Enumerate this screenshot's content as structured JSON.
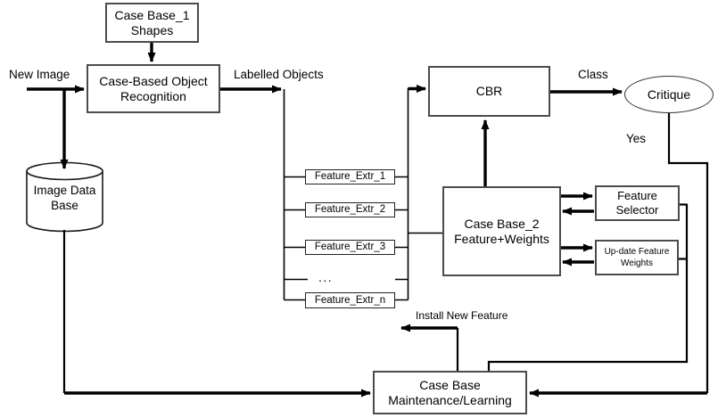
{
  "diagram": {
    "background": "#ffffff",
    "line_color": "#000000",
    "box_border_color": "#4c4c4c"
  },
  "nodes": {
    "case_base_1": {
      "line1": "Case Base_1",
      "line2": "Shapes"
    },
    "recognition": {
      "line1": "Case-Based Object",
      "line2": "Recognition"
    },
    "cbr": {
      "label": "CBR"
    },
    "critique": {
      "label": "Critique"
    },
    "image_db": {
      "line1": "Image Data",
      "line2": "Base"
    },
    "case_base_2": {
      "line1": "Case Base_2",
      "line2": "Feature+Weights"
    },
    "feature_selector": {
      "line1": "Feature",
      "line2": "Selector"
    },
    "update_weights": {
      "line1": "Up-date Feature",
      "line2": "Weights"
    },
    "maintenance": {
      "line1": "Case Base",
      "line2": "Maintenance/Learning"
    }
  },
  "feature_stack": {
    "items": [
      "Feature_Extr_1",
      "Feature_Extr_2",
      "Feature_Extr_3",
      "Feature_Extr_n"
    ],
    "ellipsis": "..."
  },
  "edge_labels": {
    "new_image": "New Image",
    "labelled_objects": "Labelled Objects",
    "class": "Class",
    "yes": "Yes",
    "install_new_feature": "Install New Feature"
  }
}
